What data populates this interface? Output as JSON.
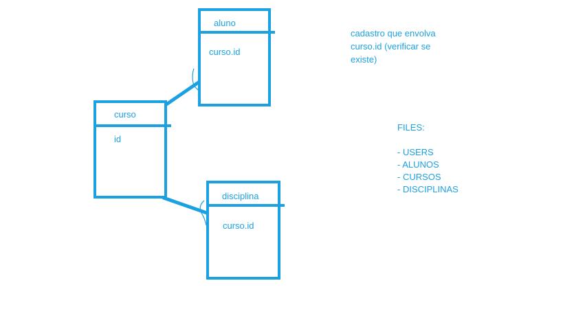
{
  "colors": {
    "stroke": "#1ba1e2",
    "background": "#ffffff"
  },
  "entities": {
    "aluno": {
      "title": "aluno",
      "field": "curso.id"
    },
    "curso": {
      "title": "curso",
      "field": "id"
    },
    "disciplina": {
      "title": "disciplina",
      "field": "curso.id"
    }
  },
  "note_top": {
    "lines": [
      "cadastro que envolva",
      "curso.id (verificar se",
      "existe)"
    ]
  },
  "files_note": {
    "heading": "FILES:",
    "items": [
      "- USERS",
      "- ALUNOS",
      "- CURSOS",
      "- DISCIPLINAS"
    ]
  }
}
